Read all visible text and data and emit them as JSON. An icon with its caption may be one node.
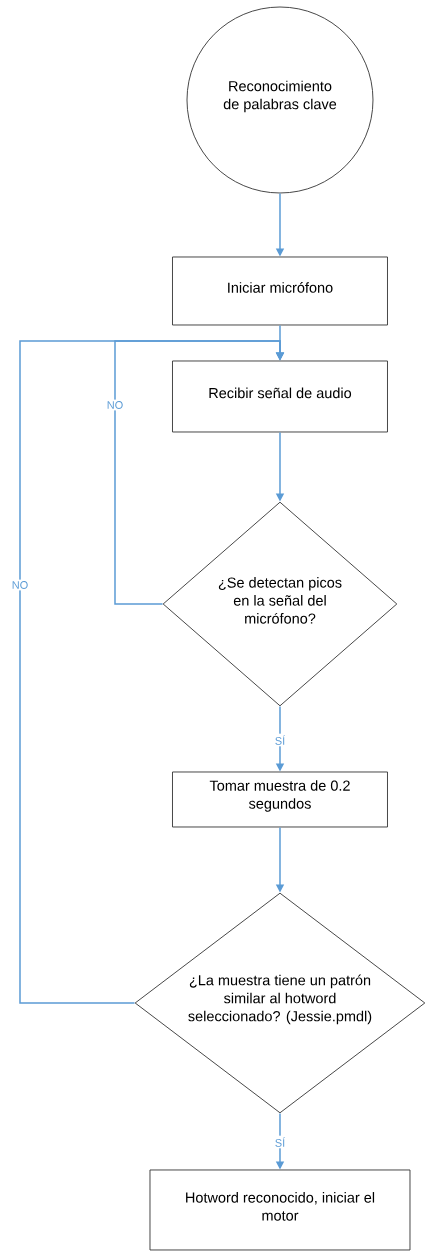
{
  "diagram": {
    "nodes": [
      {
        "text": [
          "Reconocimiento de palabras clave"
        ]
      },
      {
        "text": [
          "Iniciar micrófono"
        ]
      },
      {
        "text": [
          "Recibir señal de audio"
        ]
      },
      {
        "text": [
          "¿Se detectan picos en la señal del micrófono?"
        ]
      },
      {
        "text": [
          "Tomar muestra de 0.2 segundos"
        ]
      },
      {
        "text": [
          "¿La muestra tiene un patrón similar al hotword seleccionado? (Jessie.pmdl)"
        ]
      },
      {
        "text": [
          "Hotword reconocido, iniciar el motor"
        ]
      }
    ],
    "edges": [
      {
        "from": 0,
        "to": 1,
        "arrow": "to"
      },
      {
        "from": 1,
        "to": 2,
        "arrow": "to"
      },
      {
        "from": 2,
        "to": 3,
        "arrow": "to"
      },
      {
        "from": 3,
        "to": 2,
        "arrow": "to",
        "label": "NO"
      },
      {
        "from": 3,
        "to": 4,
        "arrow": "to",
        "label": "SÍ"
      },
      {
        "from": 4,
        "to": 5,
        "arrow": "to"
      },
      {
        "from": 5,
        "to": 2,
        "arrow": "to",
        "label": "NO"
      },
      {
        "from": 5,
        "to": 6,
        "arrow": "to",
        "label": "SÍ"
      }
    ]
  }
}
